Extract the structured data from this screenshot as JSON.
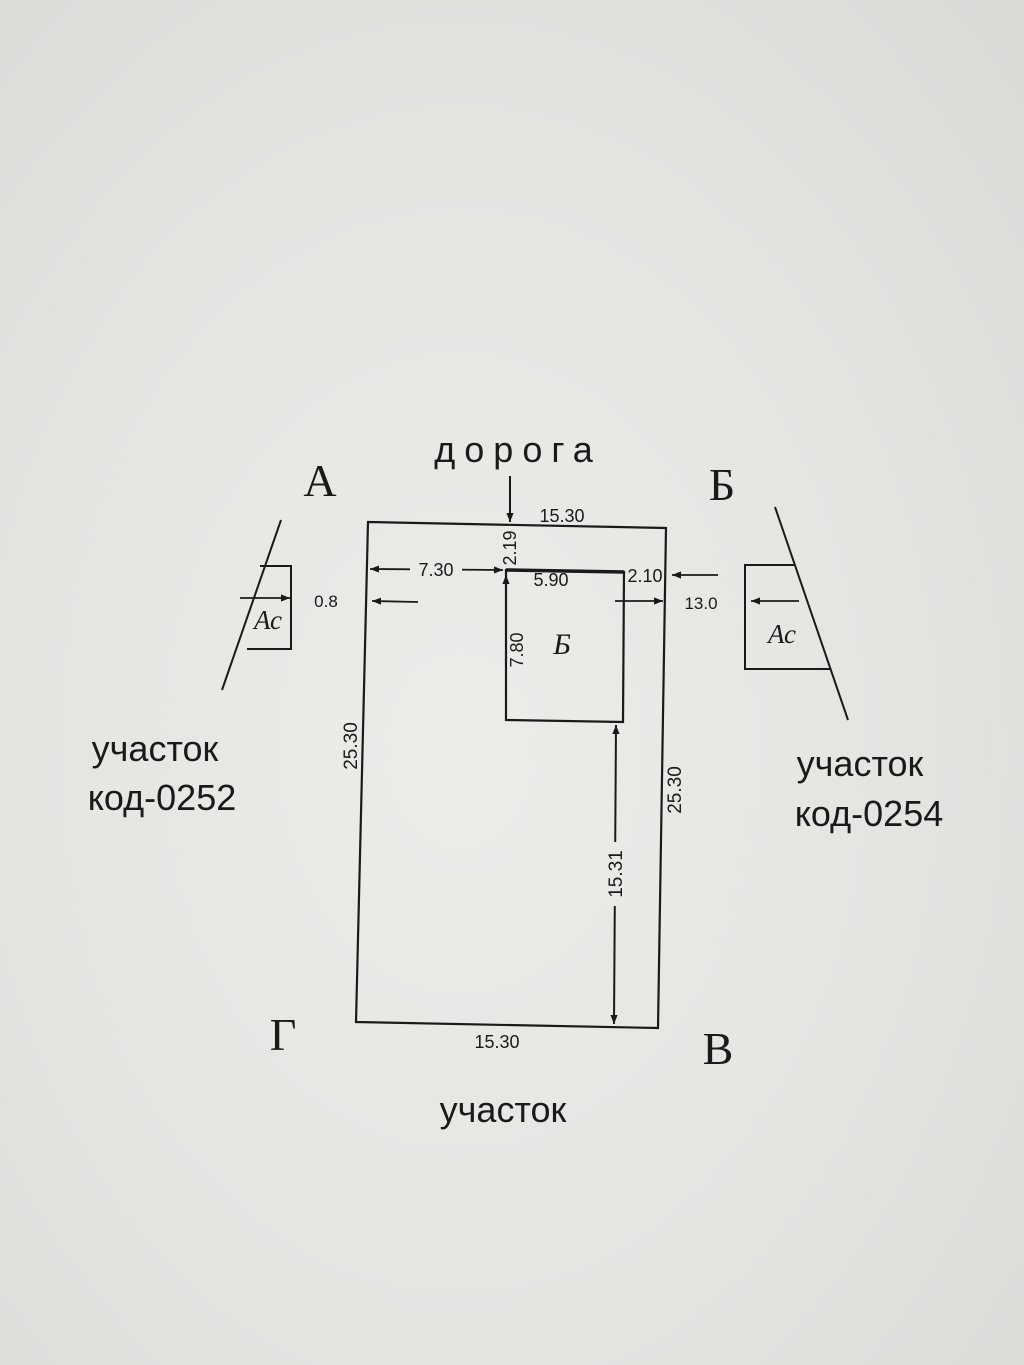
{
  "road_label": "дорога",
  "corners": {
    "a": "А",
    "b": "Б",
    "v": "В",
    "g": "Г"
  },
  "building": {
    "label": "Б"
  },
  "neighbor_left": {
    "symbol": "Ас",
    "line1": "участок",
    "line2": "код-0252"
  },
  "neighbor_right": {
    "symbol": "Ас",
    "line1": "участок",
    "line2": "код-0254"
  },
  "bottom_label": "участок",
  "dimensions": {
    "top_width": "15.30",
    "bottom_width": "15.30",
    "left_height": "25.30",
    "right_height": "25.30",
    "left_to_building": "7.30",
    "building_width": "5.90",
    "building_to_right": "2.10",
    "road_to_building": "2.19",
    "building_depth": "7.80",
    "building_to_bottom": "15.31",
    "left_neighbor_gap": "0.8",
    "right_neighbor_gap": "13.0"
  }
}
